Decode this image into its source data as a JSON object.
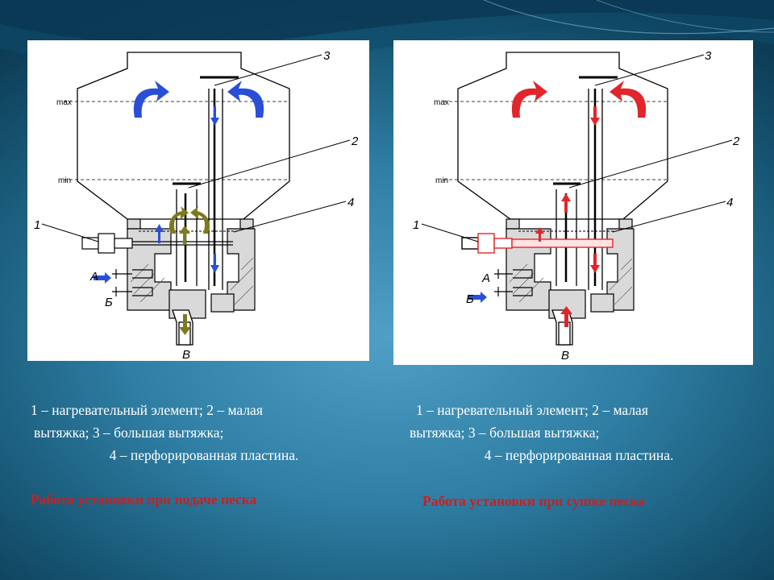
{
  "left": {
    "caption_lines": [
      "1 – нагревательный элемент; 2 – малая",
      "вытяжка; 3 – большая вытяжка;",
      "4 – перфорированная пластина."
    ],
    "title": "Работа установки при подаче песка",
    "labels": {
      "n1": "1",
      "n2": "2",
      "n3": "3",
      "n4": "4",
      "a": "А",
      "b": "Б",
      "v": "В",
      "max": "max",
      "min": "min"
    }
  },
  "right": {
    "caption_lines": [
      "1 – нагревательный элемент; 2 – малая",
      "вытяжка; 3 – большая вытяжка;",
      "4 – перфорированная пластина."
    ],
    "title": "Работа установки при сушке песка",
    "labels": {
      "n1": "1",
      "n2": "2",
      "n3": "3",
      "n4": "4",
      "a": "А",
      "b": "Б",
      "v": "В",
      "max": "max",
      "min": "min"
    }
  },
  "colors": {
    "sand_flow": "#2a4fd6",
    "sand_particles": "#7d7a1d",
    "hot_air": "#e0262b",
    "title": "#cc1f1f"
  }
}
